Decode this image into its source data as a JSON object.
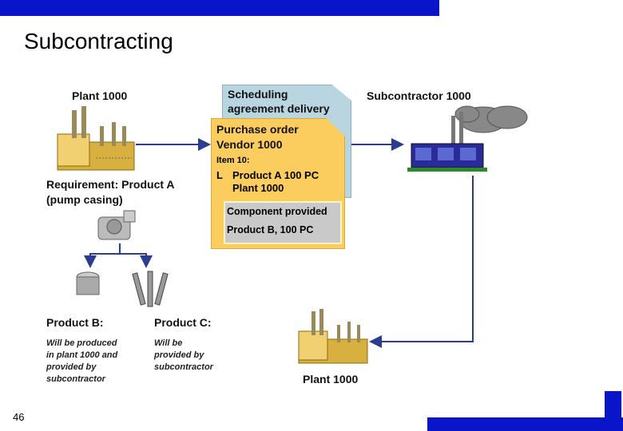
{
  "title": "Subcontracting",
  "page_number": "46",
  "plant_top_label": "Plant 1000",
  "plant_bottom_label": "Plant 1000",
  "subcontractor_label": "Subcontractor 1000",
  "requirement": {
    "line1": "Requirement: Product A",
    "line2": "(pump casing)"
  },
  "scheduling_doc": {
    "line1": "Scheduling",
    "line2": "agreement delivery"
  },
  "purchase_order": {
    "line1": "Purchase order",
    "line2": "Vendor 1000",
    "item": "Item 10:",
    "item_cat": "L",
    "item_line1": "Product A  100 PC",
    "item_line2": "Plant 1000",
    "component_title": "Component provided",
    "component_value": "Product B, 100 PC"
  },
  "product_b": {
    "title": "Product B:",
    "desc": [
      "Will be produced",
      "in plant 1000 and",
      "provided by",
      "subcontractor"
    ]
  },
  "product_c": {
    "title": "Product C:",
    "desc": [
      "Will be",
      "provided by",
      "subcontractor"
    ]
  },
  "colors": {
    "brand_blue": "#0a14c8",
    "arrow": "#2a3d8f",
    "doc_yellow": "#fbcd5f",
    "doc_blue": "#b9d6e0"
  }
}
